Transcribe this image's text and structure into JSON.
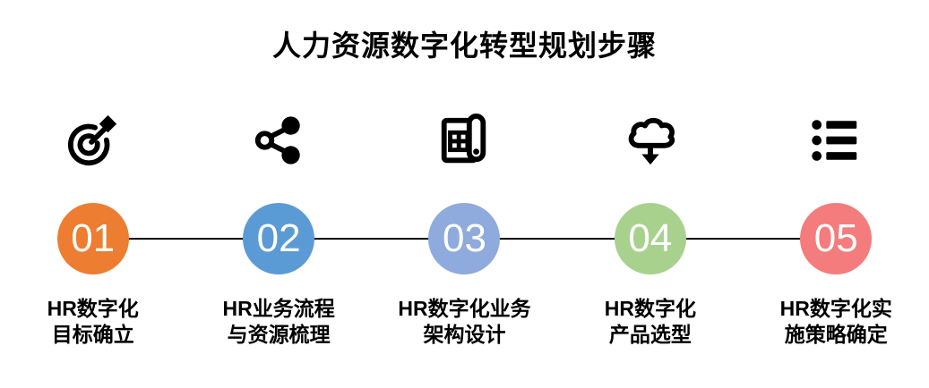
{
  "title": "人力资源数字化转型规划步骤",
  "connector_color": "#000000",
  "icon_color": "#000000",
  "number_text_color": "#ffffff",
  "steps": [
    {
      "number": "01",
      "label_line1": "HR数字化",
      "label_line2": "目标确立",
      "color": "#ED7D31",
      "icon": "target-dart-icon"
    },
    {
      "number": "02",
      "label_line1": "HR业务流程",
      "label_line2": "与资源梳理",
      "color": "#5B9BD5",
      "icon": "share-network-icon"
    },
    {
      "number": "03",
      "label_line1": "HR数字化业务",
      "label_line2": "架构设计",
      "color": "#8FAADC",
      "icon": "blueprint-icon"
    },
    {
      "number": "04",
      "label_line1": "HR数字化",
      "label_line2": "产品选型",
      "color": "#A9D18E",
      "icon": "cloud-download-icon"
    },
    {
      "number": "05",
      "label_line1": "HR数字化实",
      "label_line2": "施策略确定",
      "color": "#F47C7C",
      "icon": "list-icon"
    }
  ]
}
